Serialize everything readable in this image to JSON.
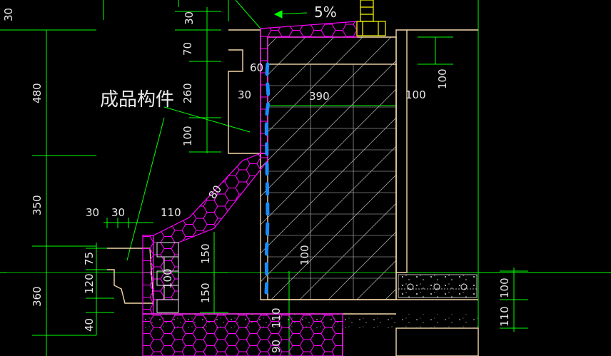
{
  "drawing": {
    "label": "成品构件",
    "slope": "5%",
    "dims": {
      "top_30": "30",
      "h_480": "480",
      "h_350": "350",
      "h_360": "360",
      "v_70": "70",
      "v_260": "260",
      "v_100_left": "100",
      "v_60": "60",
      "h_30_mid": "30",
      "h_390": "390",
      "h_100_right": "100",
      "v_100_far_right": "100",
      "diag_80": "80",
      "h_30_a": "30",
      "h_30_b": "30",
      "h_110_top": "110",
      "v_75": "75",
      "v_120": "120",
      "v_40": "40",
      "v_150_a": "150",
      "v_150_b": "150",
      "v_100_inner": "100",
      "v_100_center": "100",
      "v_110_bottom": "110",
      "v_90": "90",
      "v_100_br": "100",
      "v_110_br": "110"
    },
    "colors": {
      "background": "#000000",
      "dimension_line": "#00ff00",
      "concrete_outline": "#f4d8a8",
      "insulation": "#ff00ff",
      "grid": "#c8c8c8",
      "drain_pipe": "#1a8cff",
      "railing": "#ffff00",
      "text": "#e8e8e8"
    }
  }
}
